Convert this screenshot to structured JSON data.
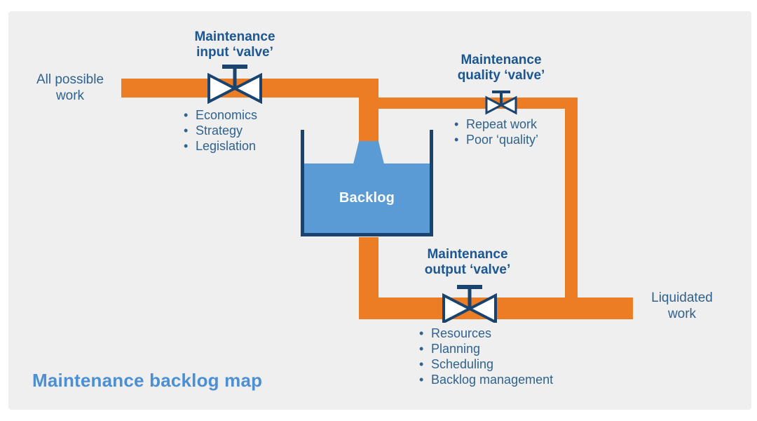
{
  "diagram": {
    "title": "Maintenance backlog map",
    "source_label": {
      "lines": [
        "All possible",
        "work"
      ]
    },
    "sink_label": {
      "lines": [
        "Liquidated",
        "work"
      ]
    },
    "tank": {
      "label": "Backlog"
    },
    "valves": {
      "input": {
        "lines": [
          "Maintenance",
          "input ‘valve’"
        ],
        "bullets": [
          "Economics",
          "Strategy",
          "Legislation"
        ]
      },
      "quality": {
        "lines": [
          "Maintenance",
          "quality ‘valve’"
        ],
        "bullets": [
          "Repeat work",
          "Poor ‘quality’"
        ]
      },
      "output": {
        "lines": [
          "Maintenance",
          "output ‘valve’"
        ],
        "bullets": [
          "Resources",
          "Planning",
          "Scheduling",
          "Backlog management"
        ]
      }
    },
    "icons": {
      "input_valve": "gate-valve-icon",
      "quality_valve": "gate-valve-icon",
      "output_valve": "gate-valve-icon"
    },
    "colors": {
      "pipe_orange": "#ED7D24",
      "valve_navy": "#1A4470",
      "tank_liquid_blue": "#5B9BD5",
      "heading_blue": "#1C5693",
      "body_blue": "#30628F",
      "title_blue": "#4B8FD5",
      "panel_gray": "#EFEFEF"
    }
  }
}
